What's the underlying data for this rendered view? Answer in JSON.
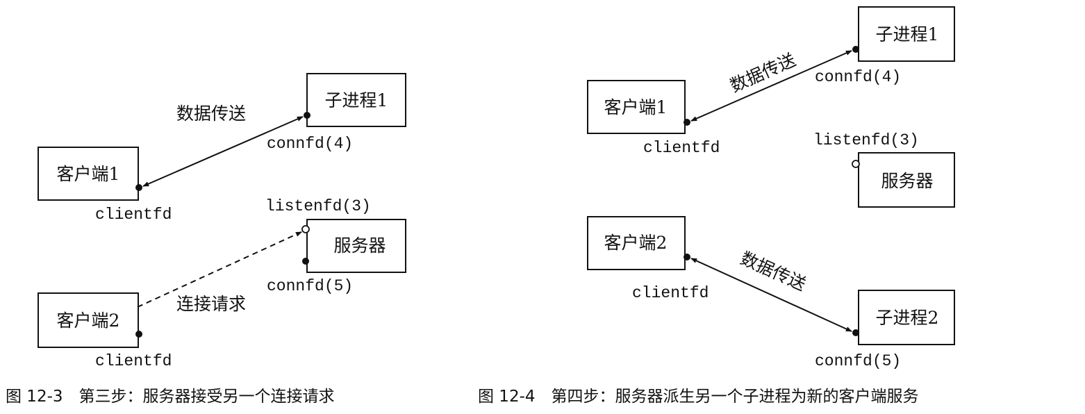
{
  "figure_left": {
    "caption": "图 12-3　第三步：服务器接受另一个连接请求",
    "client1": "客户端1",
    "client2": "客户端2",
    "child1": "子进程1",
    "server": "服务器",
    "client1_fd": "clientfd",
    "client2_fd": "clientfd",
    "child1_fd": "connfd(4)",
    "server_listen_fd": "listenfd(3)",
    "server_conn_fd": "connfd(5)",
    "edge_data": "数据传送",
    "edge_request": "连接请求"
  },
  "figure_right": {
    "caption": "图 12-4　第四步：服务器派生另一个子进程为新的客户端服务",
    "client1": "客户端1",
    "client2": "客户端2",
    "child1": "子进程1",
    "child2": "子进程2",
    "server": "服务器",
    "client1_fd": "clientfd",
    "client2_fd": "clientfd",
    "child1_fd": "connfd(4)",
    "child2_fd": "connfd(5)",
    "server_listen_fd": "listenfd(3)",
    "edge_data_top": "数据传送",
    "edge_data_bottom": "数据传送"
  }
}
